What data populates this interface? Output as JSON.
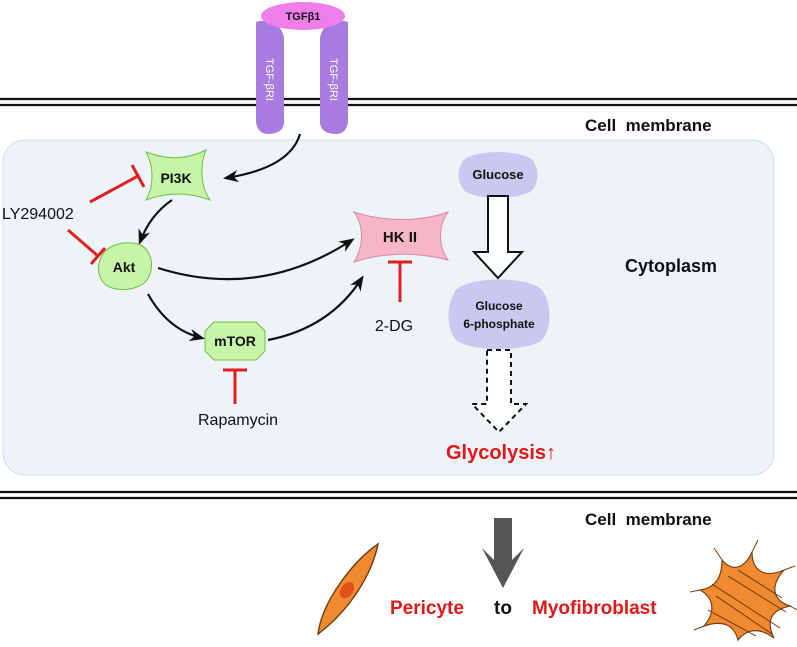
{
  "ligand": "TGFβ1",
  "receptor_left": "TGF-βRI",
  "receptor_right": "TGF-βRI",
  "membrane_top_label": "Cell  membrane",
  "membrane_bottom_label": "Cell  membrane",
  "compartment_label": "Cytoplasm",
  "nodes": {
    "pi3k": "PI3K",
    "akt": "Akt",
    "mtor": "mTOR",
    "hk2": "HK II",
    "glucose": "Glucose",
    "g6p_line1": "Glucose",
    "g6p_line2": "6-phosphate"
  },
  "inhibitors": {
    "ly": "LY294002",
    "rapamycin": "Rapamycin",
    "twodg": "2-DG"
  },
  "outcome": "Glycolysis↑",
  "transition": {
    "from": "Pericyte",
    "word": "to",
    "to": "Myofibroblast"
  },
  "colors": {
    "inhibition": "#e02020",
    "outcome_text": "#e01818",
    "pi3k_fill": "#c6f5a8",
    "hk2_fill": "#f7b6c8",
    "glucose_fill": "#c8c8f0",
    "receptor_fill": "#a77be0",
    "ligand_fill": "#f07ee8",
    "cytoplasm_fill": "#eef3f8",
    "cell_fill": "#f08a30"
  }
}
